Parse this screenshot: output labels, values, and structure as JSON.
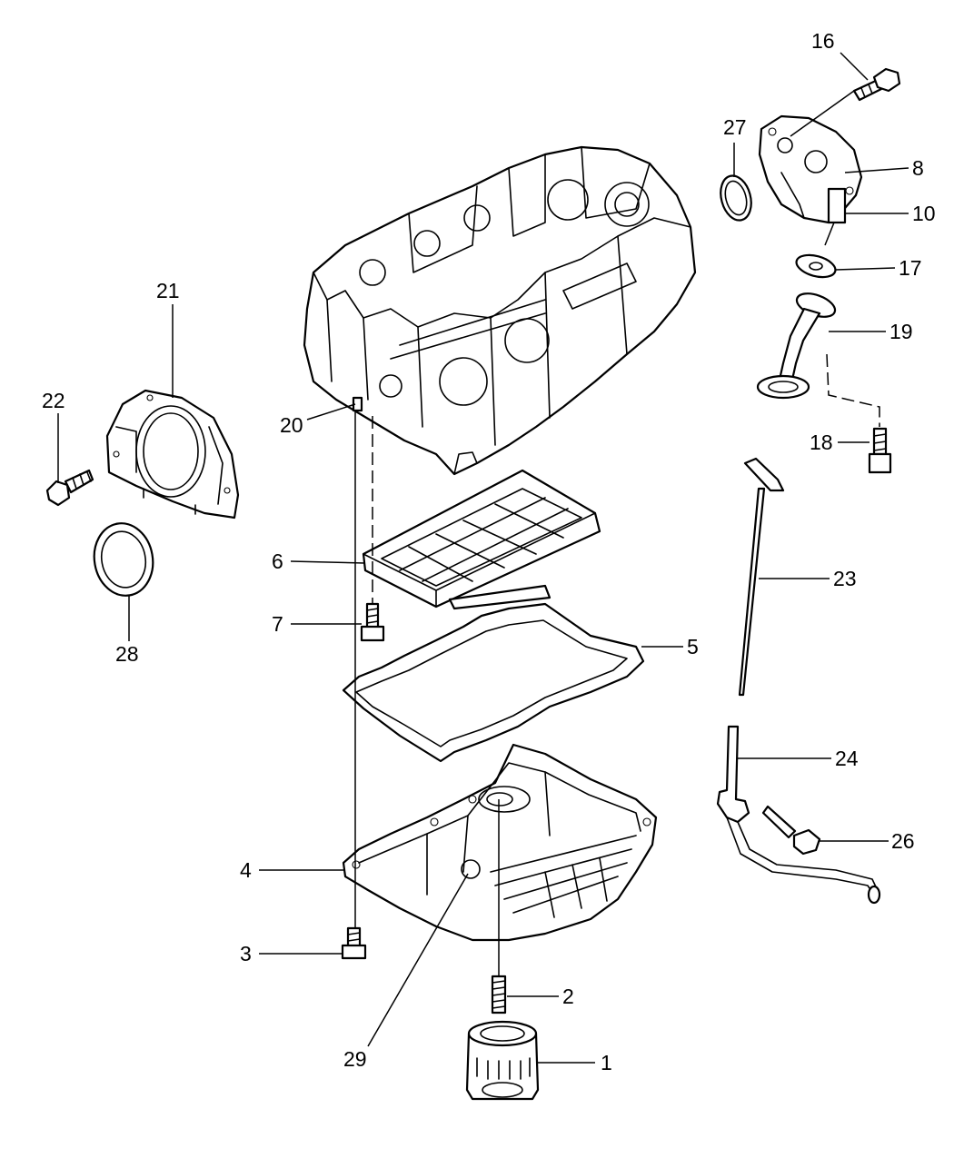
{
  "diagram": {
    "callouts": [
      {
        "id": "c1",
        "label": "1"
      },
      {
        "id": "c2",
        "label": "2"
      },
      {
        "id": "c3",
        "label": "3"
      },
      {
        "id": "c4",
        "label": "4"
      },
      {
        "id": "c5",
        "label": "5"
      },
      {
        "id": "c6",
        "label": "6"
      },
      {
        "id": "c7",
        "label": "7"
      },
      {
        "id": "c8",
        "label": "8"
      },
      {
        "id": "c10",
        "label": "10"
      },
      {
        "id": "c16",
        "label": "16"
      },
      {
        "id": "c17",
        "label": "17"
      },
      {
        "id": "c18",
        "label": "18"
      },
      {
        "id": "c19",
        "label": "19"
      },
      {
        "id": "c20",
        "label": "20"
      },
      {
        "id": "c21",
        "label": "21"
      },
      {
        "id": "c22",
        "label": "22"
      },
      {
        "id": "c23",
        "label": "23"
      },
      {
        "id": "c24",
        "label": "24"
      },
      {
        "id": "c26",
        "label": "26"
      },
      {
        "id": "c27",
        "label": "27"
      },
      {
        "id": "c28",
        "label": "28"
      },
      {
        "id": "c29",
        "label": "29"
      }
    ]
  }
}
